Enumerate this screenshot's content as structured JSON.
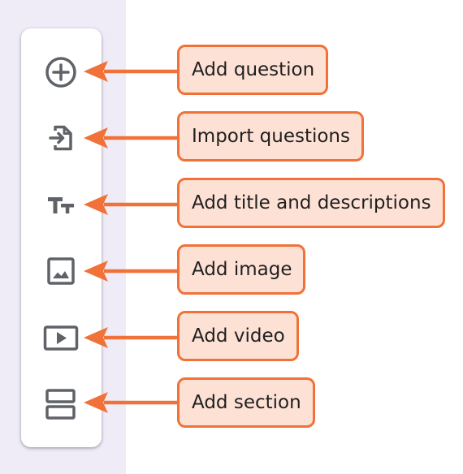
{
  "colors": {
    "accent": "#f07238",
    "callout_bg": "#fde1d5",
    "icon": "#5f6368",
    "side_strip": "#efecf8"
  },
  "toolbar": {
    "items": [
      {
        "icon": "add-circle-icon",
        "label": "Add question"
      },
      {
        "icon": "import-file-icon",
        "label": "Import questions"
      },
      {
        "icon": "title-text-icon",
        "label": "Add title and descriptions"
      },
      {
        "icon": "image-icon",
        "label": "Add image"
      },
      {
        "icon": "video-icon",
        "label": "Add video"
      },
      {
        "icon": "section-icon",
        "label": "Add section"
      }
    ]
  }
}
